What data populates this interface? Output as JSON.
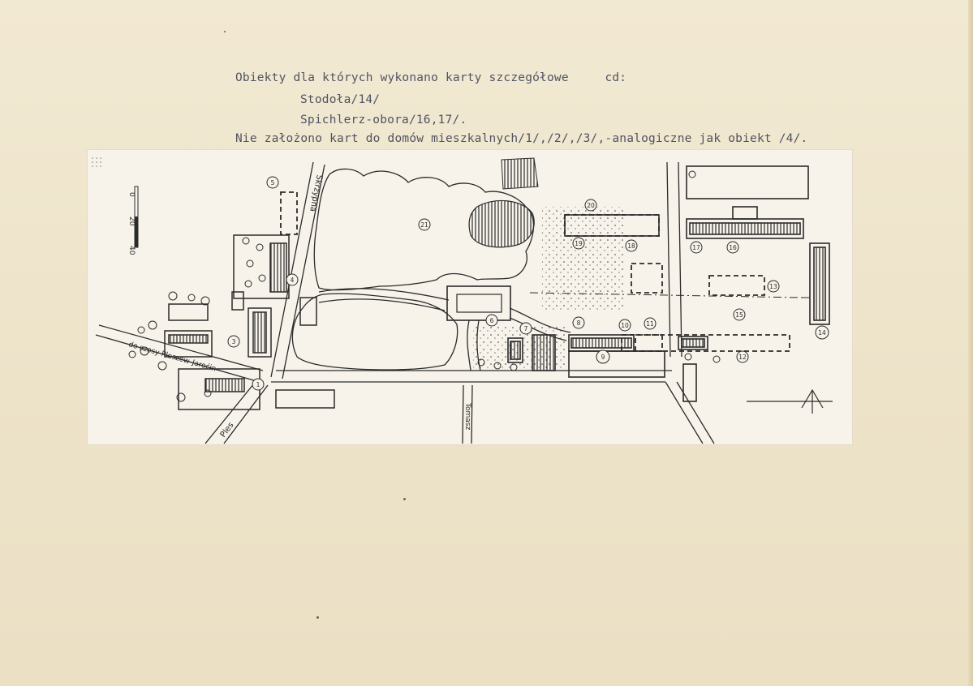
{
  "header": {
    "line1_title": "Obiekty dla których wykonano karty szczegółowe",
    "line1_suffix": "cd:",
    "line2": "Stodoła/14/",
    "line3": "Spichlerz-obora/16,17/.",
    "line4": "Nie założono kart do domów mieszkalnych/1/,/2/,/3/,-analogiczne jak obiekt /4/."
  },
  "map": {
    "street_labels": {
      "skrzypna": "Skrzypna",
      "road_to_highway": "do szosy Pleszew-Jaroćin",
      "pleszew": "Ples",
      "tomaszow": "Tomasz"
    },
    "scale_labels": [
      "0",
      "20",
      "40"
    ],
    "object_numbers": {
      "n1": "1",
      "n3": "3",
      "n4": "4",
      "n5": "5",
      "n6": "6",
      "n7": "7",
      "n8": "8",
      "n9": "9",
      "n10": "10",
      "n11": "11",
      "n12": "12",
      "n13": "13",
      "n14": "14",
      "n15": "15",
      "n16": "16",
      "n17": "17",
      "n18": "18",
      "n19": "19",
      "n20": "20",
      "n21": "21",
      "n4b": "4"
    }
  },
  "colors": {
    "paper": "#efe6cf",
    "map_paper": "#f7f3ea",
    "ink": "#2b2b2b",
    "typewriter": "#4f5461"
  }
}
